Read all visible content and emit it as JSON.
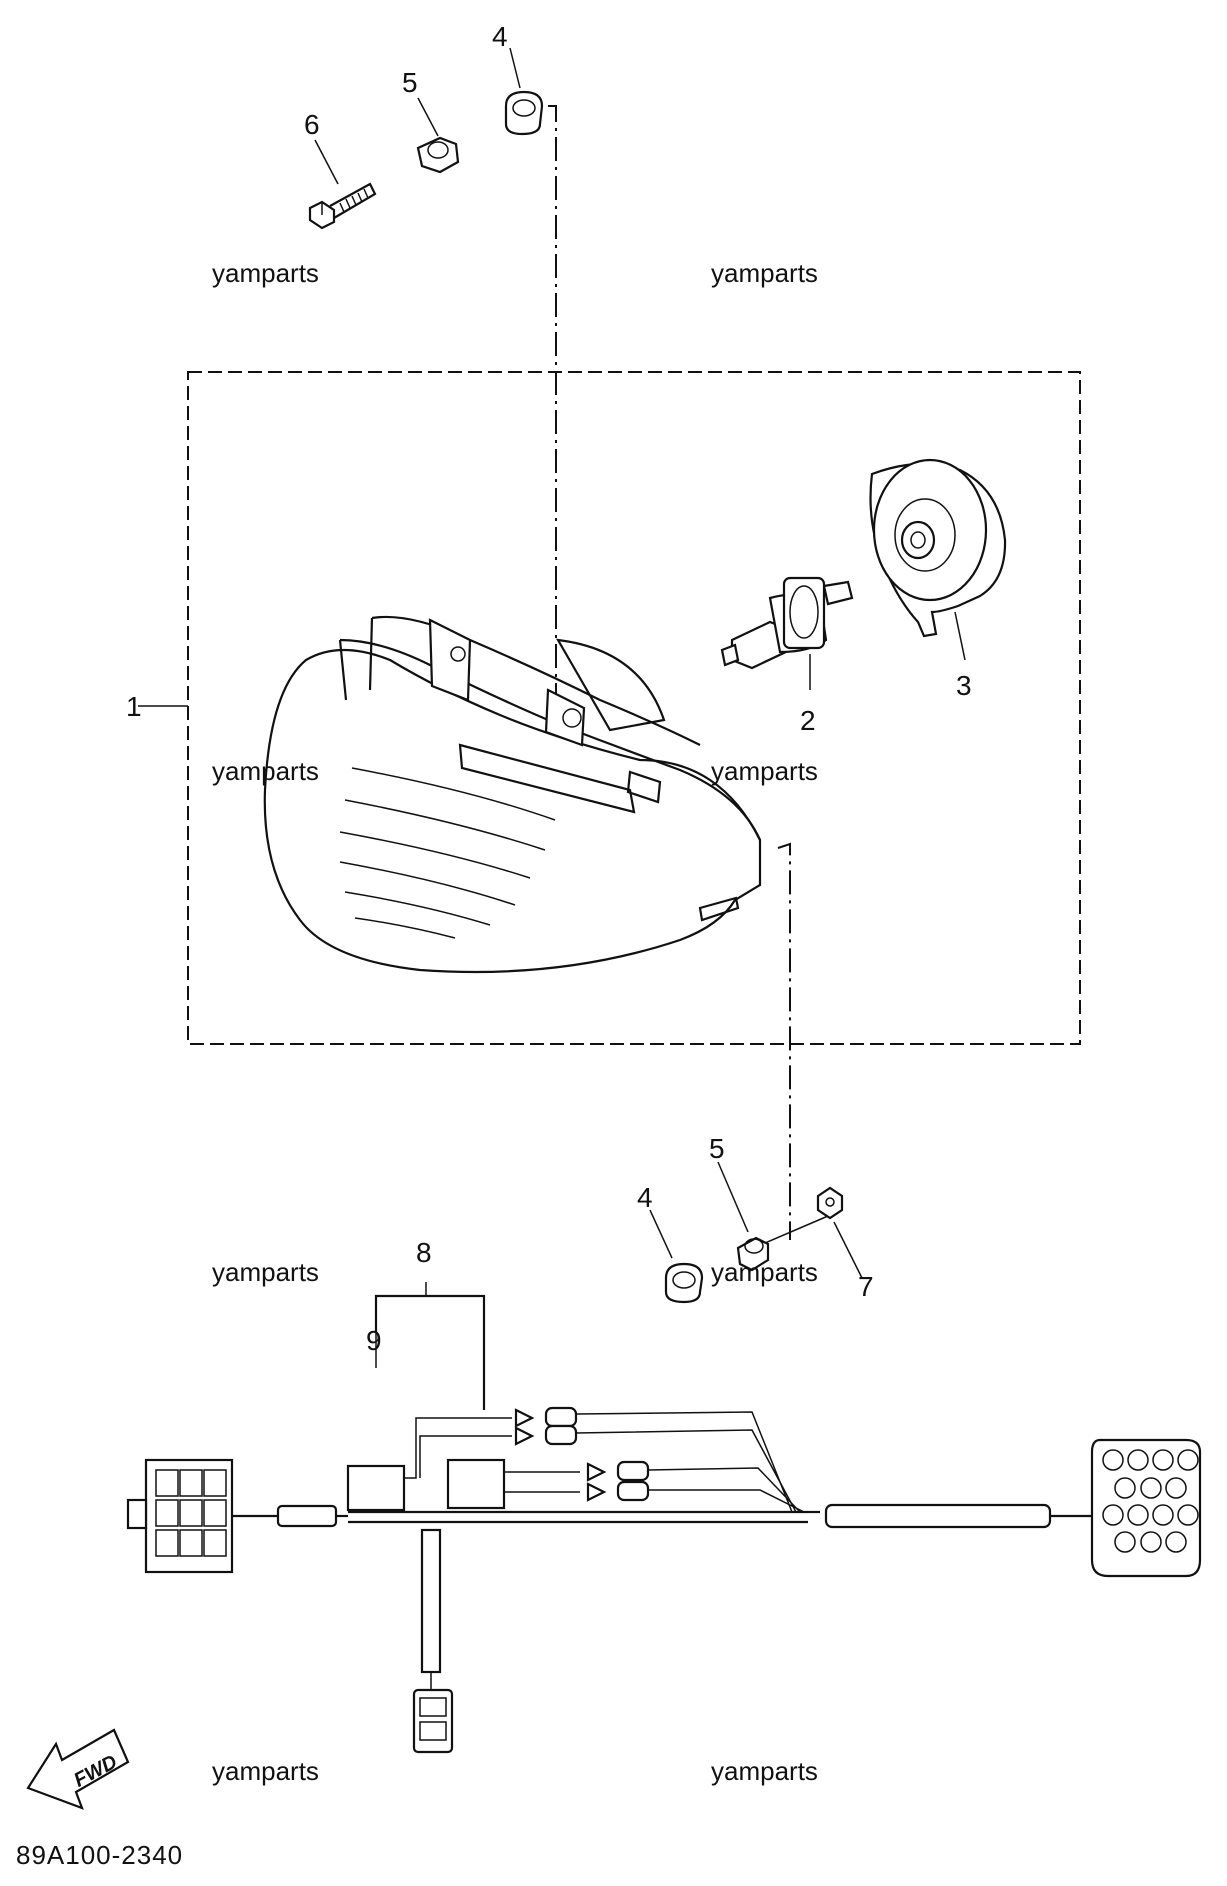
{
  "diagram": {
    "callouts": {
      "c1": "1",
      "c2": "2",
      "c3": "3",
      "c4_top": "4",
      "c5_top": "5",
      "c6": "6",
      "c4_bottom": "4",
      "c5_bottom": "5",
      "c7": "7",
      "c8": "8",
      "c9": "9"
    },
    "watermarks": [
      "yamparts",
      "yamparts",
      "yamparts",
      "yamparts",
      "yamparts",
      "yamparts",
      "yamparts",
      "yamparts"
    ],
    "fwd_label": "FWD",
    "diagram_code": "89A100-2340"
  }
}
